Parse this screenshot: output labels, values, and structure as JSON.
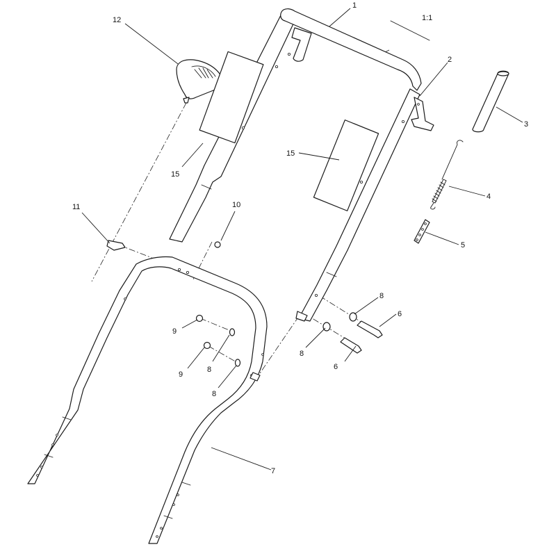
{
  "diagram": {
    "scale_label": "1:1",
    "callouts": {
      "c1": "1",
      "c2": "2",
      "c3": "3",
      "c4": "4",
      "c5": "5",
      "c6a": "6",
      "c6b": "6",
      "c7": "7",
      "c8a": "8",
      "c8b": "8",
      "c8c": "8",
      "c8d": "8",
      "c9a": "9",
      "c9b": "9",
      "c10": "10",
      "c11": "11",
      "c12": "12",
      "c15a": "15",
      "c15b": "15"
    }
  }
}
